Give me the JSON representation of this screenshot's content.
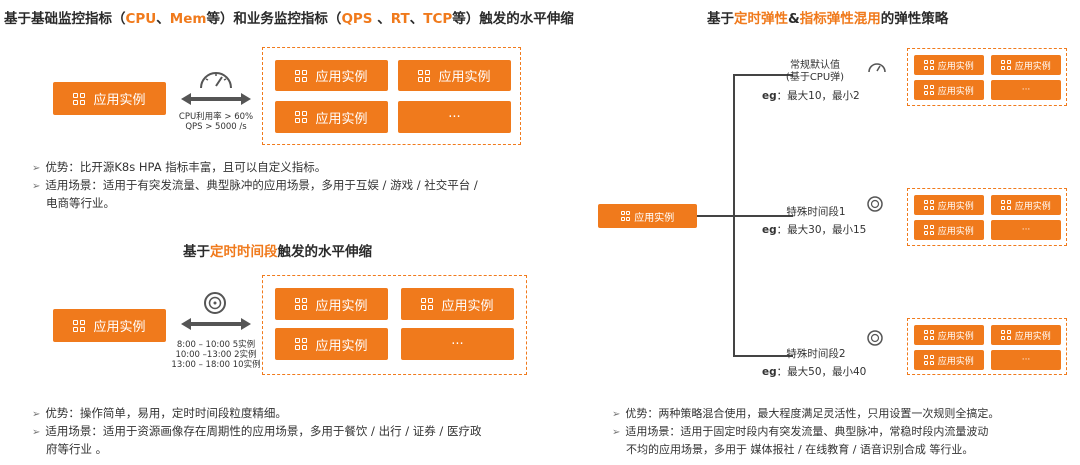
{
  "left": {
    "title1": {
      "p1": "基于基础监控指标（",
      "h1": "CPU",
      "p2": "、",
      "h2": "Mem",
      "p3": "等）和业务监控指标（",
      "h3": "QPS",
      "p4": " 、",
      "h4": "RT",
      "p5": "、",
      "h5": "TCP",
      "p6": "等）触发的水平伸缩"
    },
    "app_instance": "应用实例",
    "ellipsis": "···",
    "metric_conditions": [
      "CPU利用率 > 60%",
      "QPS > 5000 /s"
    ],
    "bullets1": [
      "优势：比开源K8s HPA 指标丰富，且可以自定义指标。",
      "适用场景：适用于有突发流量、典型脉冲的应用场景，多用于互娱 / 游戏 / 社交平台 /",
      "电商等行业。"
    ],
    "title2": {
      "p1": "基于",
      "h1": "定时时间段",
      "p2": "触发的水平伸缩"
    },
    "schedule": [
      "8:00 – 10:00 5实例",
      "10:00 –13:00 2实例",
      "13:00 – 18:00 10实例"
    ],
    "bullets2": [
      "优势：操作简单，易用，定时时间段粒度精细。",
      "适用场景：适用于资源画像存在周期性的应用场景，多用于餐饮 / 出行 / 证券 /  医疗政",
      "府等行业 。"
    ]
  },
  "right": {
    "title": {
      "p1": "基于",
      "h1": "定时弹性",
      "p2": "&",
      "h2": "指标弹性混用",
      "p3": "的弹性策略"
    },
    "app_instance": "应用实例",
    "ellipsis": "···",
    "groups": [
      {
        "name_lines": [
          "常规默认值",
          "(基于CPU弹)"
        ],
        "eg_prefix": "eg",
        "eg_rest": "：最大10，最小2"
      },
      {
        "name_lines": [
          "特殊时间段1"
        ],
        "eg_prefix": "eg",
        "eg_rest": "：最大30，最小15"
      },
      {
        "name_lines": [
          "特殊时间段2"
        ],
        "eg_prefix": "eg",
        "eg_rest": "：最大50，最小40"
      }
    ],
    "bullets": [
      "优势：两种策略混合使用，最大程度满足灵活性，只用设置一次规则全搞定。",
      "适用场景：适用于固定时段内有突发流量、典型脉冲，常稳时段内流量波动",
      "不均的应用场景，多用于 媒体报社 / 在线教育 /  语音识别合成 等行业。"
    ]
  },
  "colors": {
    "accent": "#f07a1c",
    "text": "#333333"
  },
  "icons": [
    "app-grid-icon",
    "speedometer-icon",
    "clock-icon",
    "double-arrow-icon"
  ]
}
